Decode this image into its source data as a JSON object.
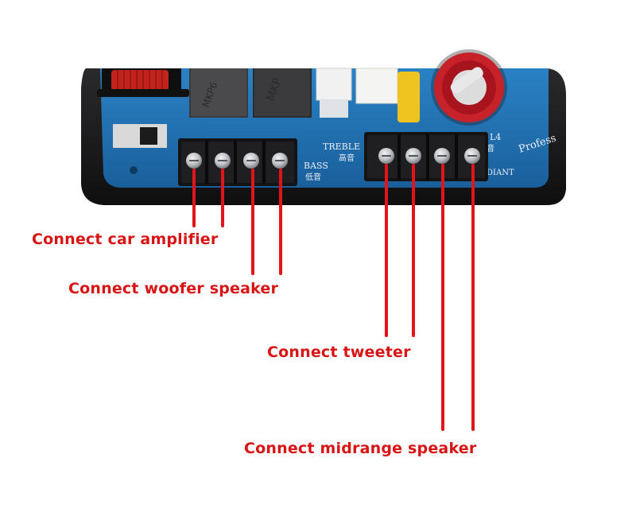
{
  "board": {
    "colors": {
      "pcb": "#1f6fb0",
      "case": "#1b1b1d",
      "terminal": "#1a1a1a",
      "screw": "#c9ccd0",
      "wire": "#e0141a",
      "label": "#d81414"
    },
    "silkscreen": {
      "treble": "TREBLE",
      "treble_cn": "高音",
      "bass": "BASS",
      "bass_cn": "低音",
      "inductor_id": "L4",
      "brand_partial": "Profess",
      "diant_partial": "DIANT",
      "mid_cn_partial": "音"
    },
    "capacitors": {
      "cap1": "MKP6",
      "cap2": "MKP"
    }
  },
  "labels": {
    "amplifier": "Connect car amplifier",
    "woofer": "Connect woofer speaker",
    "tweeter": "Connect tweeter",
    "midrange": "Connect midrange speaker"
  }
}
